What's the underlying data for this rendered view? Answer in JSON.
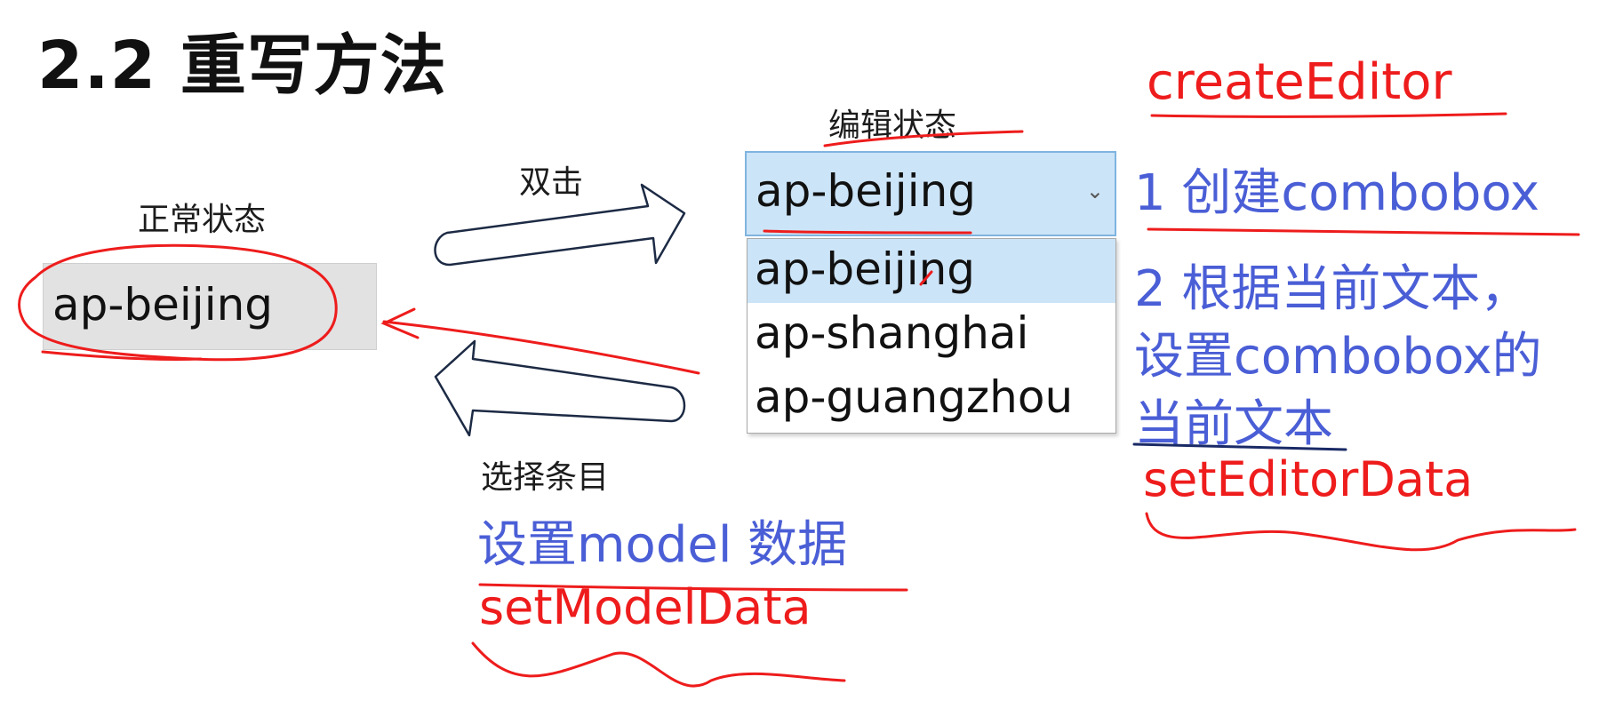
{
  "slide": {
    "title": "2.2 重写方法"
  },
  "normal_state": {
    "label": "正常状态",
    "cell_text": "ap-beijing"
  },
  "edit_state": {
    "label": "编辑状态",
    "combo_value": "ap-beijing",
    "options": [
      "ap-beijing",
      "ap-shanghai",
      "ap-guangzhou"
    ],
    "selected_option": "ap-beijing"
  },
  "arrows": {
    "double_click_label": "双击",
    "select_item_label": "选择条目"
  },
  "notes": {
    "set_model_data_text": "设置model 数据",
    "set_model_data_func": "setModelData",
    "create_editor_func": "createEditor",
    "step1": "1 创建combobox",
    "step2_line1": "2 根据当前文本，",
    "step2_line2": "设置combobox的",
    "step2_line3": "当前文本",
    "set_editor_data_func": "setEditorData"
  },
  "colors": {
    "blue_note": "#4a5ed6",
    "red_note": "#ee1c1c",
    "selection": "#cce4f7"
  }
}
